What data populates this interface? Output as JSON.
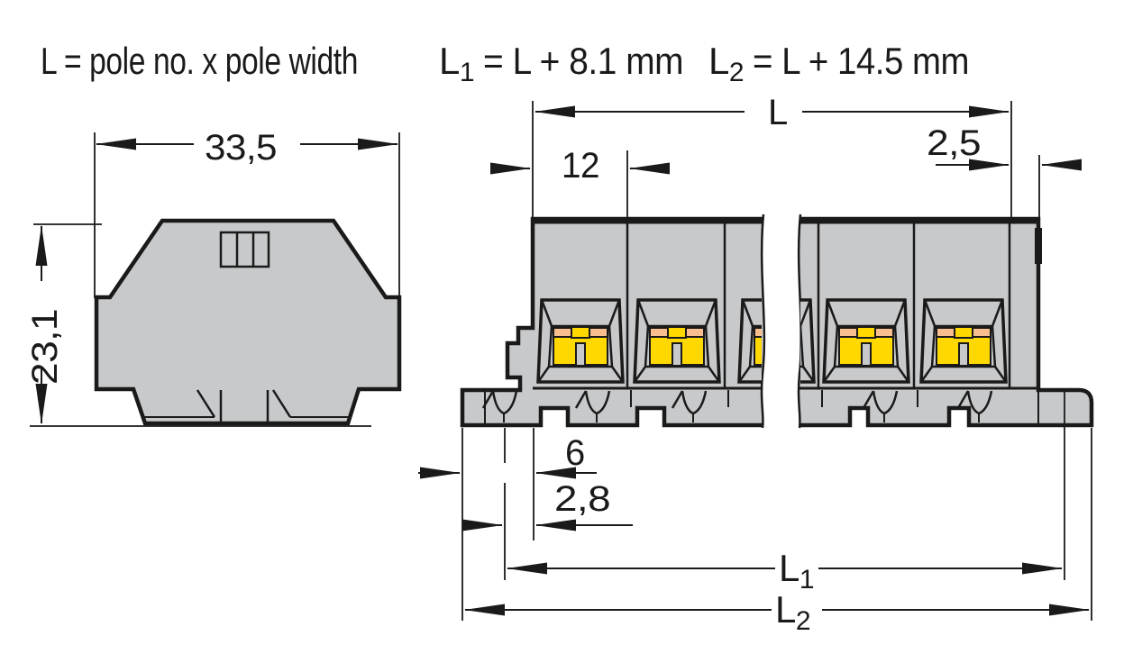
{
  "drawing": {
    "title_formulas": {
      "f1": "L = pole no. x pole width",
      "f2": {
        "base": "L",
        "sub": "1",
        "rest": "= L + 8.1 mm"
      },
      "f3": {
        "base": "L",
        "sub": "2",
        "rest": "= L + 14.5 mm"
      }
    },
    "end_view": {
      "width_label": "33,5",
      "height_label": "23,1"
    },
    "side_view": {
      "total_length_label": "L",
      "pole_width_label": "12",
      "end_plate_label": "2,5",
      "foot_offset_label": "6",
      "foot_offset2_label": "2,8",
      "l1": {
        "base": "L",
        "sub": "1"
      },
      "l2": {
        "base": "L",
        "sub": "2"
      }
    },
    "colors": {
      "body_gray": "#c8c9cb",
      "clamp_yellow": "#ffd800",
      "busbar_orange": "#f8be8e",
      "line_black": "#1a1a1a"
    }
  }
}
